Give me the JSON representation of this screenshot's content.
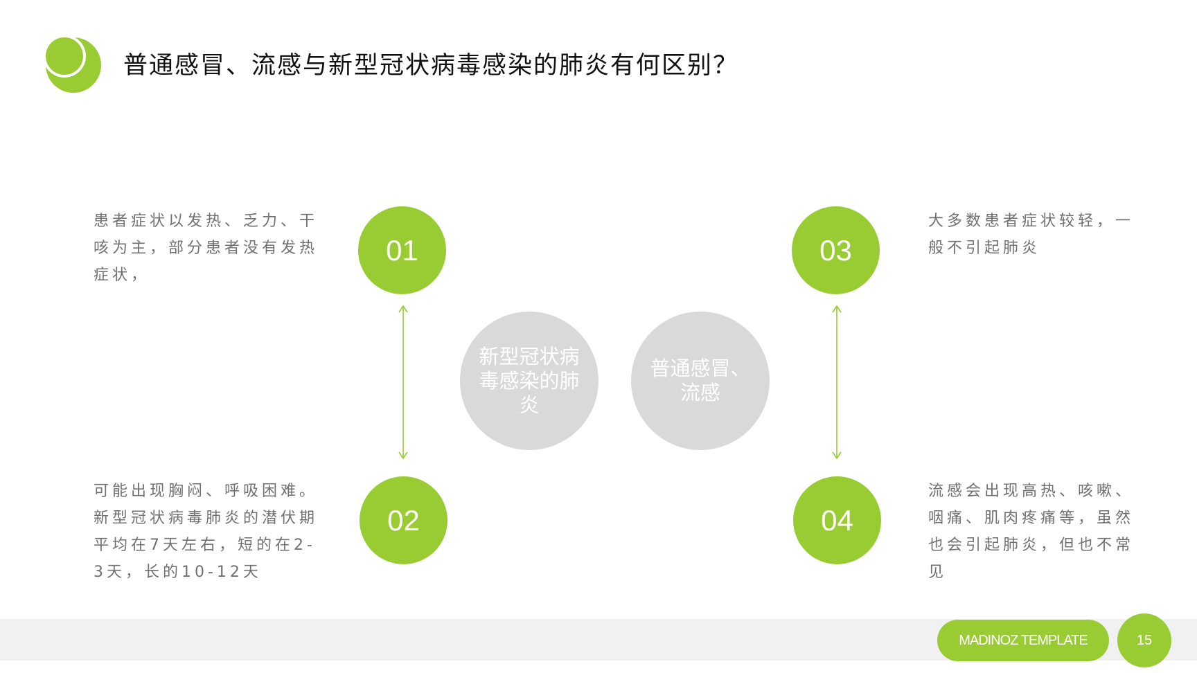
{
  "header": {
    "title": "普通感冒、流感与新型冠状病毒感染的肺炎有何区别？",
    "logo_icon": "green-circles-logo-icon"
  },
  "colors": {
    "accent": "#99cc33",
    "neutral_circle": "#d9d9d9",
    "body_text": "#707070",
    "footer_band": "#f1f1f1"
  },
  "steps": [
    {
      "number": "01",
      "text": "患者症状以发热、乏力、干咳为主，部分患者没有发热症状，"
    },
    {
      "number": "02",
      "text": "可能出现胸闷、呼吸困难。新型冠状病毒肺炎的潜伏期平均在7天左右，短的在2-3天，长的10-12天"
    },
    {
      "number": "03",
      "text": "大多数患者症状较轻，一般不引起肺炎"
    },
    {
      "number": "04",
      "text": "流感会出现高热、咳嗽、咽痛、肌肉疼痛等，虽然也会引起肺炎，但也不常见"
    }
  ],
  "center": {
    "left_label": "新型冠状病毒感染的肺炎",
    "right_label": "普通感冒、流感"
  },
  "footer": {
    "brand": "MADINOZ TEMPLATE",
    "page_number": "15"
  }
}
